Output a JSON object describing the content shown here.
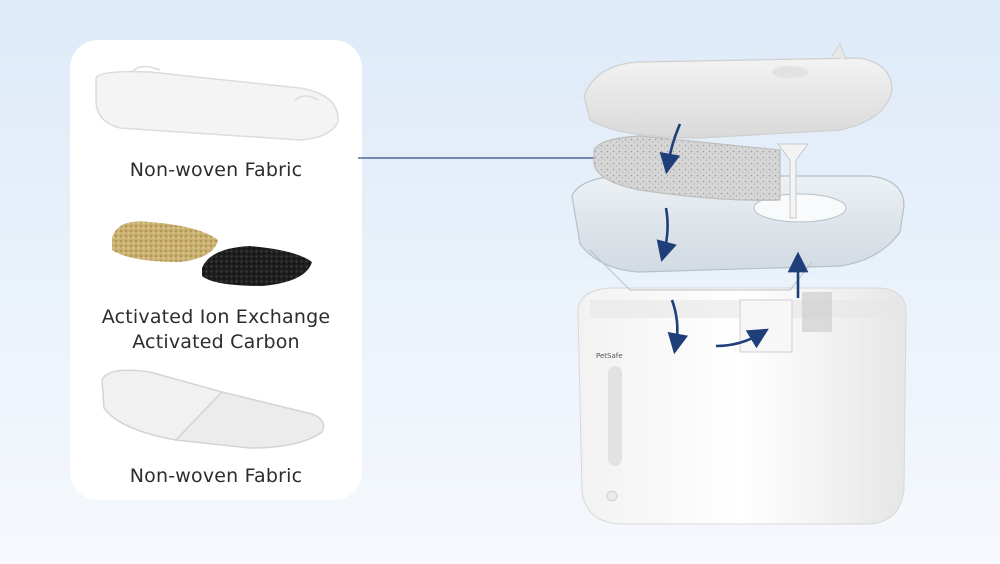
{
  "labels": {
    "layer_top": "Non-woven Fabric",
    "layer_middle_line1": "Activated Ion Exchange",
    "layer_middle_line2": "Activated Carbon",
    "layer_bottom": "Non-woven Fabric"
  },
  "brand_mark": "PetSafe",
  "colors": {
    "background_top": "#e4eef9",
    "background_bottom": "#f4f8fc",
    "panel": "#ffffff",
    "arrow": "#1f3f7a",
    "leader_line": "#2d4f8a"
  }
}
